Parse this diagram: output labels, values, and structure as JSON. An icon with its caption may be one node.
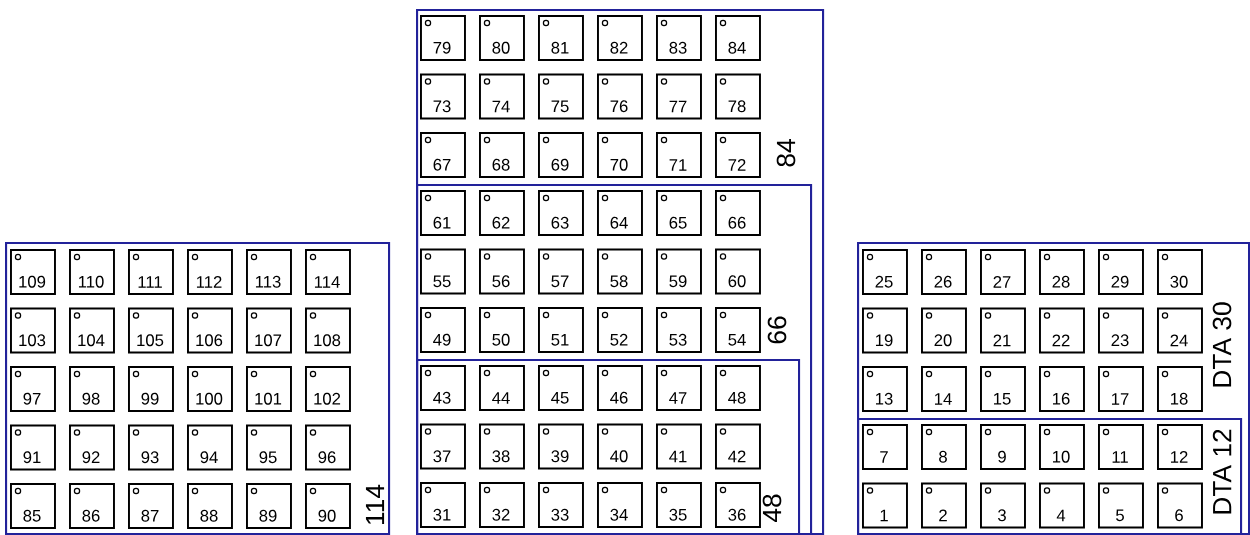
{
  "diagram": {
    "nodes": [
      {
        "text": [
          "114"
        ]
      },
      {
        "text": [
          "109"
        ],
        "in": 0
      },
      {
        "text": [
          "110"
        ],
        "in": 0
      },
      {
        "text": [
          "111"
        ],
        "in": 0
      },
      {
        "text": [
          "112"
        ],
        "in": 0
      },
      {
        "text": [
          "113"
        ],
        "in": 0
      },
      {
        "text": [
          "114"
        ],
        "in": 0
      },
      {
        "text": [
          "103"
        ],
        "in": 0
      },
      {
        "text": [
          "104"
        ],
        "in": 0
      },
      {
        "text": [
          "105"
        ],
        "in": 0
      },
      {
        "text": [
          "106"
        ],
        "in": 0
      },
      {
        "text": [
          "107"
        ],
        "in": 0
      },
      {
        "text": [
          "108"
        ],
        "in": 0
      },
      {
        "text": [
          "97"
        ],
        "in": 0
      },
      {
        "text": [
          "98"
        ],
        "in": 0
      },
      {
        "text": [
          "99"
        ],
        "in": 0
      },
      {
        "text": [
          "100"
        ],
        "in": 0
      },
      {
        "text": [
          "101"
        ],
        "in": 0
      },
      {
        "text": [
          "102"
        ],
        "in": 0
      },
      {
        "text": [
          "91"
        ],
        "in": 0
      },
      {
        "text": [
          "92"
        ],
        "in": 0
      },
      {
        "text": [
          "93"
        ],
        "in": 0
      },
      {
        "text": [
          "94"
        ],
        "in": 0
      },
      {
        "text": [
          "95"
        ],
        "in": 0
      },
      {
        "text": [
          "96"
        ],
        "in": 0
      },
      {
        "text": [
          "85"
        ],
        "in": 0
      },
      {
        "text": [
          "86"
        ],
        "in": 0
      },
      {
        "text": [
          "87"
        ],
        "in": 0
      },
      {
        "text": [
          "88"
        ],
        "in": 0
      },
      {
        "text": [
          "89"
        ],
        "in": 0
      },
      {
        "text": [
          "90"
        ],
        "in": 0
      },
      {
        "text": [
          "84"
        ]
      },
      {
        "text": [
          "79"
        ],
        "in": 31
      },
      {
        "text": [
          "80"
        ],
        "in": 31
      },
      {
        "text": [
          "81"
        ],
        "in": 31
      },
      {
        "text": [
          "82"
        ],
        "in": 31
      },
      {
        "text": [
          "83"
        ],
        "in": 31
      },
      {
        "text": [
          "84"
        ],
        "in": 31
      },
      {
        "text": [
          "73"
        ],
        "in": 31
      },
      {
        "text": [
          "74"
        ],
        "in": 31
      },
      {
        "text": [
          "75"
        ],
        "in": 31
      },
      {
        "text": [
          "76"
        ],
        "in": 31
      },
      {
        "text": [
          "77"
        ],
        "in": 31
      },
      {
        "text": [
          "78"
        ],
        "in": 31
      },
      {
        "text": [
          "67"
        ],
        "in": 31
      },
      {
        "text": [
          "68"
        ],
        "in": 31
      },
      {
        "text": [
          "69"
        ],
        "in": 31
      },
      {
        "text": [
          "70"
        ],
        "in": 31
      },
      {
        "text": [
          "71"
        ],
        "in": 31
      },
      {
        "text": [
          "72"
        ],
        "in": 31
      },
      {
        "text": [
          "66"
        ],
        "in": 31
      },
      {
        "text": [
          "61"
        ],
        "in": 50
      },
      {
        "text": [
          "62"
        ],
        "in": 50
      },
      {
        "text": [
          "63"
        ],
        "in": 50
      },
      {
        "text": [
          "64"
        ],
        "in": 50
      },
      {
        "text": [
          "65"
        ],
        "in": 50
      },
      {
        "text": [
          "66"
        ],
        "in": 50
      },
      {
        "text": [
          "55"
        ],
        "in": 50
      },
      {
        "text": [
          "56"
        ],
        "in": 50
      },
      {
        "text": [
          "57"
        ],
        "in": 50
      },
      {
        "text": [
          "58"
        ],
        "in": 50
      },
      {
        "text": [
          "59"
        ],
        "in": 50
      },
      {
        "text": [
          "60"
        ],
        "in": 50
      },
      {
        "text": [
          "49"
        ],
        "in": 50
      },
      {
        "text": [
          "50"
        ],
        "in": 50
      },
      {
        "text": [
          "51"
        ],
        "in": 50
      },
      {
        "text": [
          "52"
        ],
        "in": 50
      },
      {
        "text": [
          "53"
        ],
        "in": 50
      },
      {
        "text": [
          "54"
        ],
        "in": 50
      },
      {
        "text": [
          "48"
        ],
        "in": 50
      },
      {
        "text": [
          "43"
        ],
        "in": 69
      },
      {
        "text": [
          "44"
        ],
        "in": 69
      },
      {
        "text": [
          "45"
        ],
        "in": 69
      },
      {
        "text": [
          "46"
        ],
        "in": 69
      },
      {
        "text": [
          "47"
        ],
        "in": 69
      },
      {
        "text": [
          "48"
        ],
        "in": 69
      },
      {
        "text": [
          "37"
        ],
        "in": 69
      },
      {
        "text": [
          "38"
        ],
        "in": 69
      },
      {
        "text": [
          "39"
        ],
        "in": 69
      },
      {
        "text": [
          "40"
        ],
        "in": 69
      },
      {
        "text": [
          "41"
        ],
        "in": 69
      },
      {
        "text": [
          "42"
        ],
        "in": 69
      },
      {
        "text": [
          "31"
        ],
        "in": 69
      },
      {
        "text": [
          "32"
        ],
        "in": 69
      },
      {
        "text": [
          "33"
        ],
        "in": 69
      },
      {
        "text": [
          "34"
        ],
        "in": 69
      },
      {
        "text": [
          "35"
        ],
        "in": 69
      },
      {
        "text": [
          "36"
        ],
        "in": 69
      },
      {
        "text": [
          "DTA 30"
        ]
      },
      {
        "text": [
          "25"
        ],
        "in": 88
      },
      {
        "text": [
          "26"
        ],
        "in": 88
      },
      {
        "text": [
          "27"
        ],
        "in": 88
      },
      {
        "text": [
          "28"
        ],
        "in": 88
      },
      {
        "text": [
          "29"
        ],
        "in": 88
      },
      {
        "text": [
          "30"
        ],
        "in": 88
      },
      {
        "text": [
          "19"
        ],
        "in": 88
      },
      {
        "text": [
          "20"
        ],
        "in": 88
      },
      {
        "text": [
          "21"
        ],
        "in": 88
      },
      {
        "text": [
          "22"
        ],
        "in": 88
      },
      {
        "text": [
          "23"
        ],
        "in": 88
      },
      {
        "text": [
          "24"
        ],
        "in": 88
      },
      {
        "text": [
          "13"
        ],
        "in": 88
      },
      {
        "text": [
          "14"
        ],
        "in": 88
      },
      {
        "text": [
          "15"
        ],
        "in": 88
      },
      {
        "text": [
          "16"
        ],
        "in": 88
      },
      {
        "text": [
          "17"
        ],
        "in": 88
      },
      {
        "text": [
          "18"
        ],
        "in": 88
      },
      {
        "text": [
          "DTA 12"
        ],
        "in": 88
      },
      {
        "text": [
          "7"
        ],
        "in": 107
      },
      {
        "text": [
          "8"
        ],
        "in": 107
      },
      {
        "text": [
          "9"
        ],
        "in": 107
      },
      {
        "text": [
          "10"
        ],
        "in": 107
      },
      {
        "text": [
          "11"
        ],
        "in": 107
      },
      {
        "text": [
          "12"
        ],
        "in": 107
      },
      {
        "text": [
          "1"
        ],
        "in": 107
      },
      {
        "text": [
          "2"
        ],
        "in": 107
      },
      {
        "text": [
          "3"
        ],
        "in": 107
      },
      {
        "text": [
          "4"
        ],
        "in": 107
      },
      {
        "text": [
          "5"
        ],
        "in": 107
      },
      {
        "text": [
          "6"
        ],
        "in": 107
      }
    ]
  }
}
